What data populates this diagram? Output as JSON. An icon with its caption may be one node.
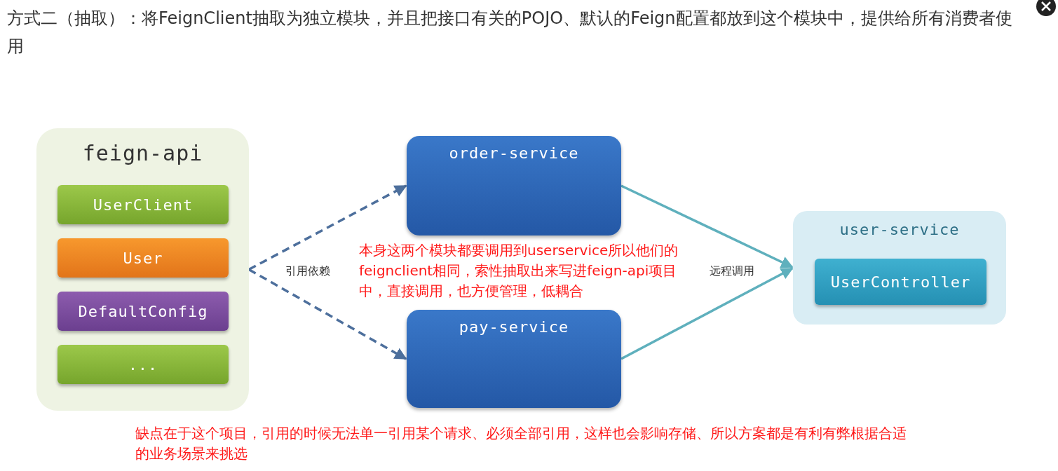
{
  "diagram": {
    "title": "方式二（抽取）：将FeignClient抽取为独立模块，并且把接口有关的POJO、默认的Feign配置都放到这个模块中，提供给所有消费者使用",
    "nodes": [
      {
        "text": [
          "feign-api"
        ]
      },
      {
        "text": [
          "UserClient"
        ],
        "in": 0
      },
      {
        "text": [
          "User"
        ],
        "in": 0
      },
      {
        "text": [
          "DefaultConfig"
        ],
        "in": 0
      },
      {
        "text": [
          "..."
        ],
        "in": 0
      },
      {
        "text": [
          "order-service"
        ]
      },
      {
        "text": [
          "pay-service"
        ]
      },
      {
        "text": [
          "user-service"
        ]
      },
      {
        "text": [
          "UserController"
        ],
        "in": 7
      }
    ],
    "edges": [
      {
        "from": 0,
        "to": 5,
        "arrow": "to",
        "style": "dashed",
        "color": "#4d6f9c",
        "label": "引用依赖"
      },
      {
        "from": 0,
        "to": 6,
        "arrow": "to",
        "style": "dashed",
        "color": "#4d6f9c"
      },
      {
        "from": 5,
        "to": 7,
        "arrow": "to",
        "color": "#5fb0bd",
        "label": "远程调用"
      },
      {
        "from": 6,
        "to": 7,
        "arrow": "to",
        "color": "#5fb0bd"
      }
    ],
    "labels": [
      "本身这两个模块都要调用到userservice所以他们的feignclient相同，索性抽取出来写进feign-api项目中，直接调用，也方便管理，低耦合",
      "缺点在于这个项目，引用的时候无法单一引用某个请求、必须全部引用，这样也会影响存储、所以方案都是有利有弊根据合适的业务场景来挑选"
    ]
  }
}
